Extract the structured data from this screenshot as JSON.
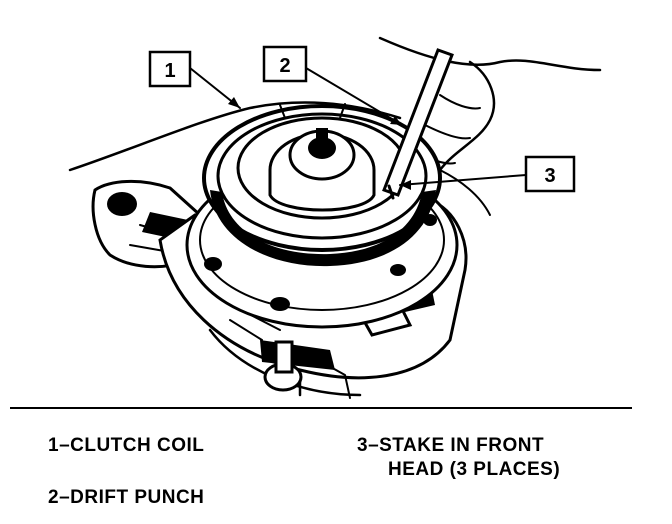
{
  "callouts": [
    {
      "number": "1"
    },
    {
      "number": "2"
    },
    {
      "number": "3"
    }
  ],
  "legend": {
    "item1": "1–CLUTCH COIL",
    "item2": "2–DRIFT PUNCH",
    "item3_line1": "3–STAKE IN FRONT",
    "item3_line2": "HEAD (3 PLACES)"
  }
}
